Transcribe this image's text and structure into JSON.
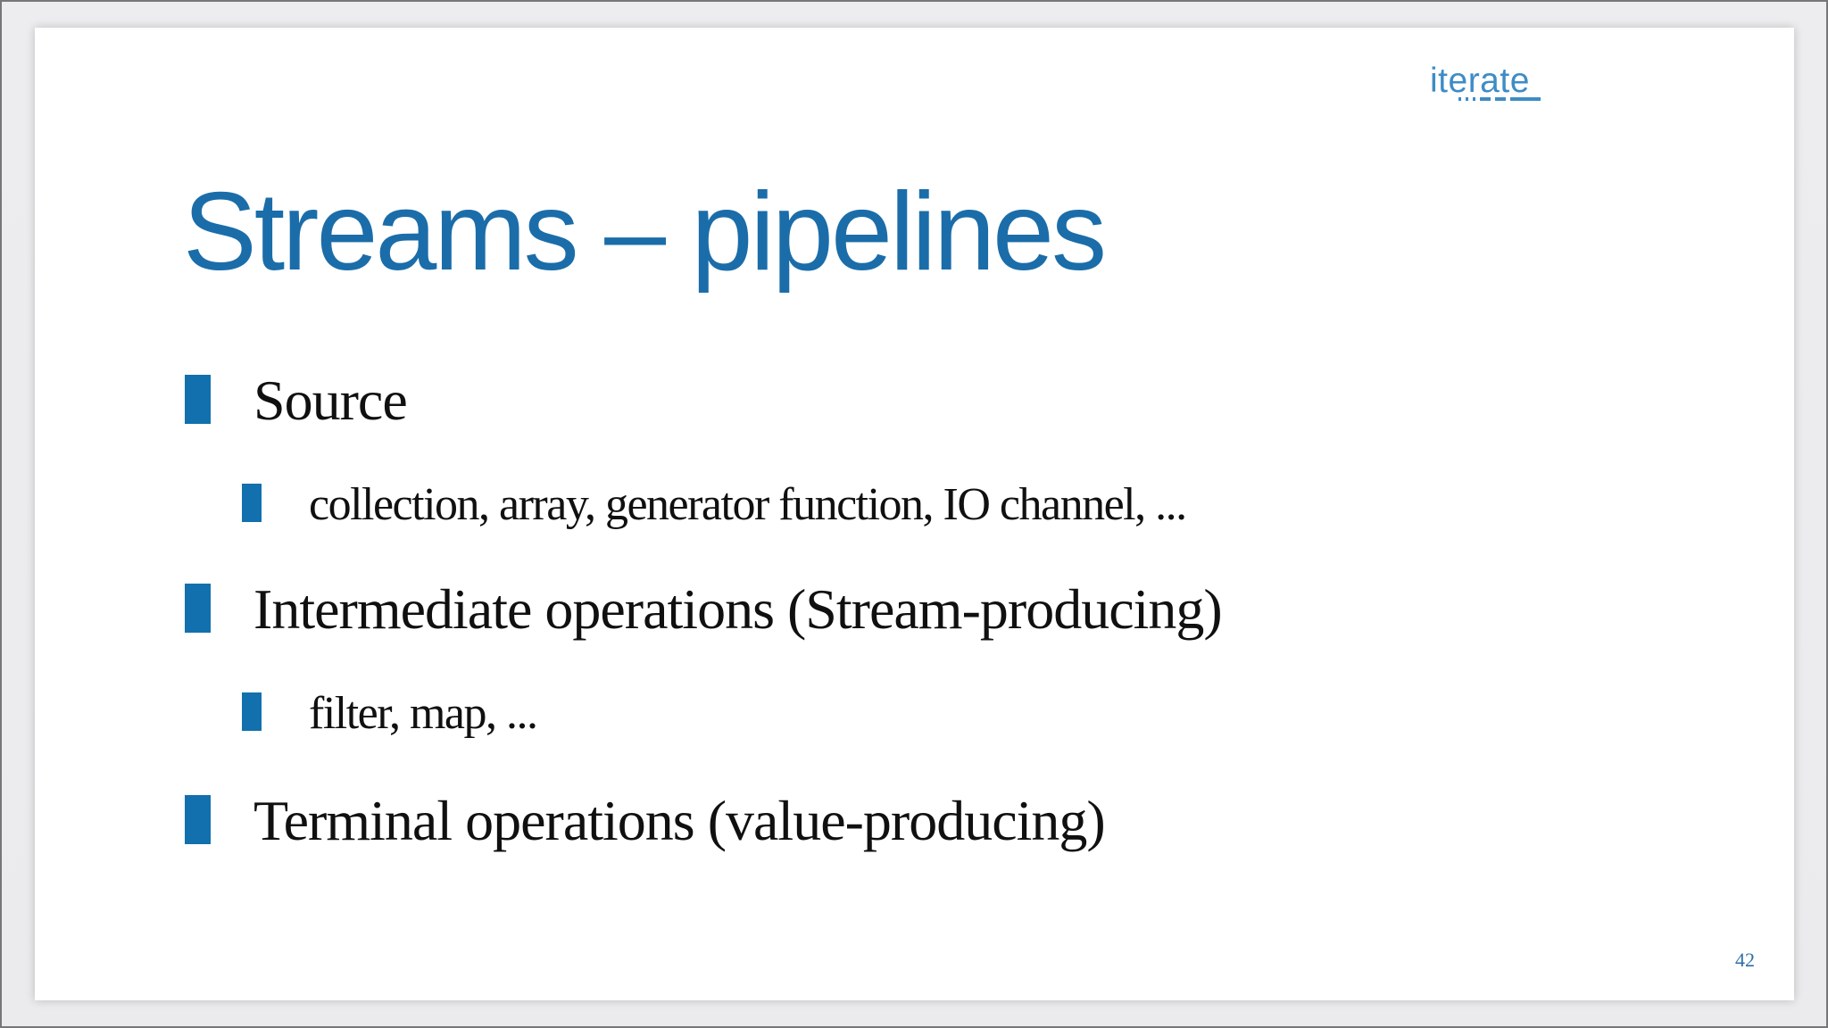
{
  "slide": {
    "logo_text": "iterate",
    "title": "Streams – pipelines",
    "bullets": [
      {
        "level": 1,
        "text": "Source"
      },
      {
        "level": 2,
        "text": "collection, array, generator function, IO channel, ..."
      },
      {
        "level": 1,
        "text": "Intermediate operations (Stream-producing)"
      },
      {
        "level": 2,
        "text": "filter, map, ..."
      },
      {
        "level": 1,
        "text": "Terminal operations (value-producing)"
      }
    ],
    "page_number": "42"
  },
  "icons": {
    "bullet_marker": "blue-rectangle-bullet",
    "logo_underline": "dashed-underline"
  },
  "colors": {
    "title_blue": "#1b6da9",
    "bullet_blue": "#1170ad",
    "logo_blue": "#3e8cc6",
    "page_number_blue": "#2e6fa8",
    "body_text": "#101010",
    "slide_background": "#ffffff",
    "canvas_background": "#ededef",
    "frame_border": "#77777a"
  }
}
